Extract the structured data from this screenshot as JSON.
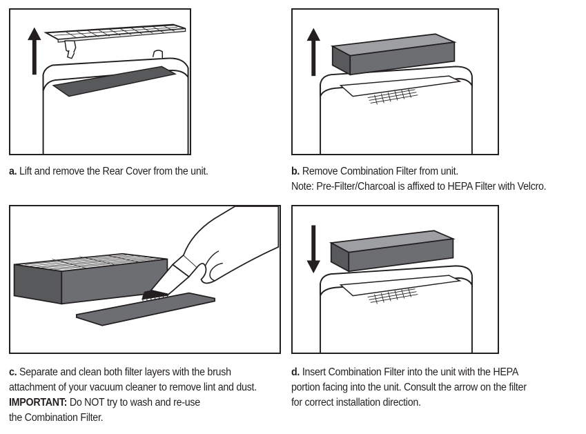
{
  "steps": {
    "a": {
      "letter": "a.",
      "text": "Lift and remove the Rear Cover from the unit."
    },
    "b": {
      "letter": "b.",
      "text": "Remove Combination Filter from unit.",
      "note": "Note: Pre-Filter/Charcoal is affixed to HEPA Filter with Velcro."
    },
    "c": {
      "letter": "c.",
      "line1": "Separate and clean both filter layers with the brush",
      "line2": "attachment of your vacuum cleaner to remove lint and dust.",
      "important_label": "IMPORTANT:",
      "line3": "Do NOT try to wash and re-use",
      "line4": "the Combination Filter."
    },
    "d": {
      "letter": "d.",
      "line1": "Insert Combination Filter into the unit with the HEPA",
      "line2": "portion facing into the unit. Consult the arrow on the filter",
      "line3": "for correct installation direction."
    }
  },
  "colors": {
    "line": "#231f20",
    "filter_dark": "#58595b",
    "filter_light": "#9d9fa2",
    "unit_fill": "#ffffff"
  }
}
